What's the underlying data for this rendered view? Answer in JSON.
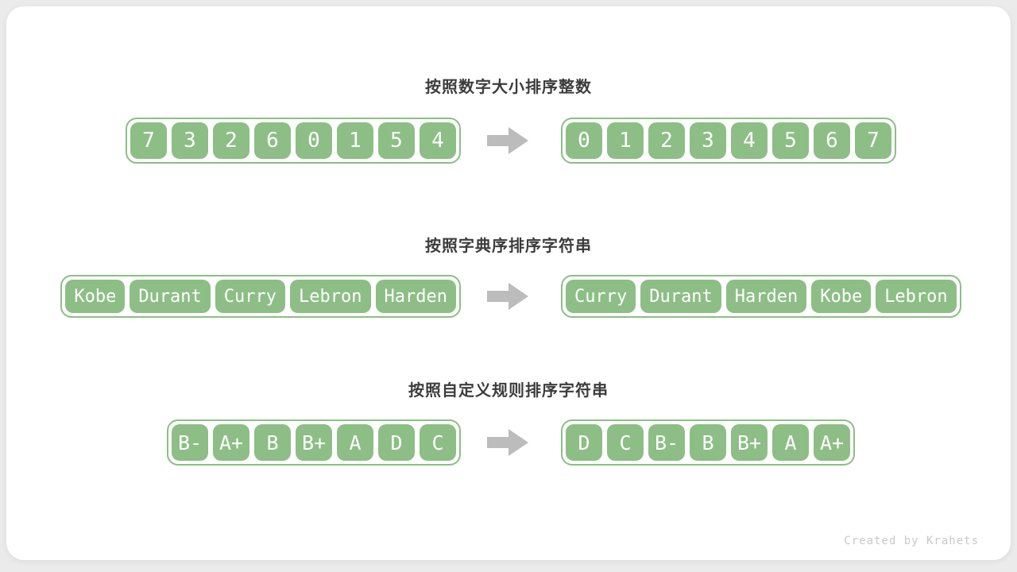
{
  "page": {
    "watermark": "Created by Krahets"
  },
  "colors": {
    "page_bg": "#ebebeb",
    "card_bg": "#ffffff",
    "green": "#8dbe86",
    "cell_text": "#ffffff",
    "title": "#3c3c3c",
    "arrow": "#bcbcbc",
    "watermark": "#c9c9c9"
  },
  "sections": [
    {
      "title": "按照数字大小排序整数",
      "before": [
        "7",
        "3",
        "2",
        "6",
        "0",
        "1",
        "5",
        "4"
      ],
      "after": [
        "0",
        "1",
        "2",
        "3",
        "4",
        "5",
        "6",
        "7"
      ]
    },
    {
      "title": "按照字典序排序字符串",
      "before": [
        "Kobe",
        "Durant",
        "Curry",
        "Lebron",
        "Harden"
      ],
      "after": [
        "Curry",
        "Durant",
        "Harden",
        "Kobe",
        "Lebron"
      ]
    },
    {
      "title": "按照自定义规则排序字符串",
      "before": [
        "B-",
        "A+",
        "B",
        "B+",
        "A",
        "D",
        "C"
      ],
      "after": [
        "D",
        "C",
        "B-",
        "B",
        "B+",
        "A",
        "A+"
      ]
    }
  ]
}
